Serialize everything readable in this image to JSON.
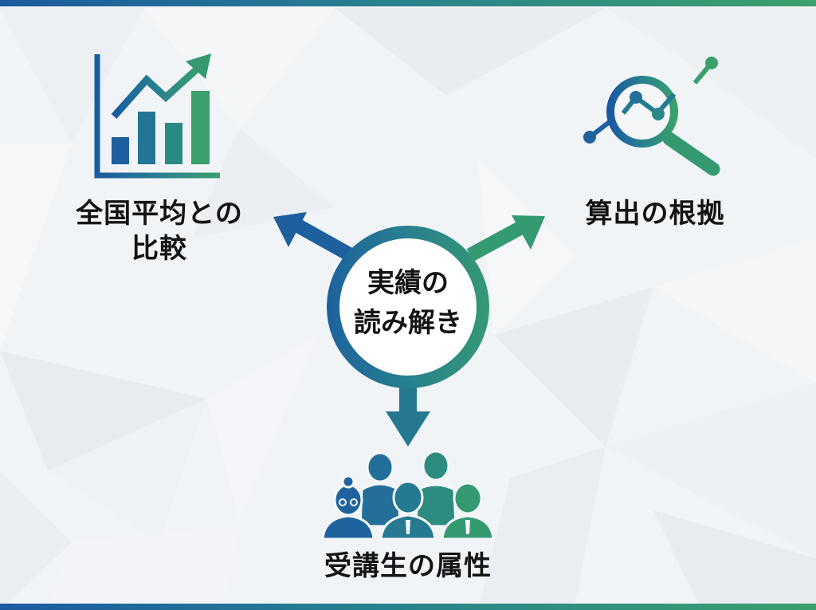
{
  "center": {
    "line1": "実績の",
    "line2": "読み解き"
  },
  "nodes": [
    {
      "id": "national-average",
      "line1": "全国平均との",
      "line2": "比較",
      "icon": "bar-chart-trend-icon"
    },
    {
      "id": "calculation-basis",
      "line1": "算出の根拠",
      "icon": "magnifier-data-icon"
    },
    {
      "id": "student-attributes",
      "line1": "受講生の属性",
      "icon": "people-group-icon"
    }
  ],
  "colors": {
    "blue": "#1b5aa0",
    "teal": "#27808f",
    "green": "#3aa06c",
    "text": "#141414",
    "background": "#f1f4f7"
  }
}
